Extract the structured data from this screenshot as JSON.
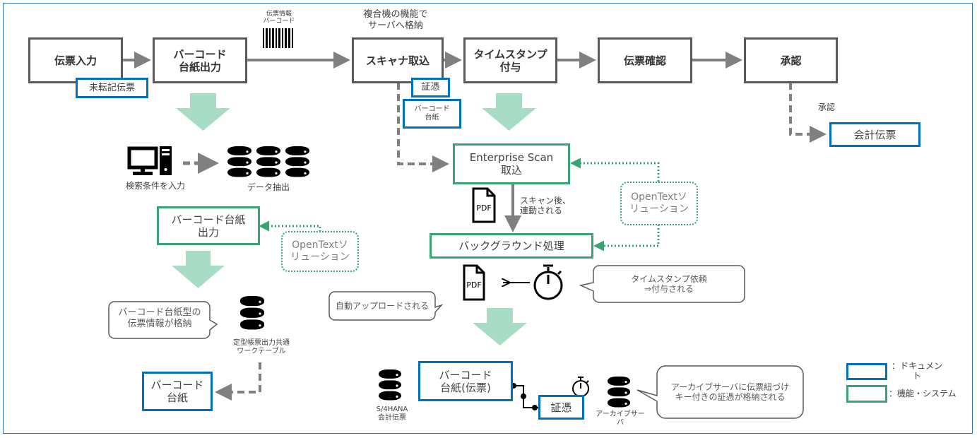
{
  "process_steps": [
    {
      "id": "slip-entry",
      "label": "伝票入力"
    },
    {
      "id": "barcode-output",
      "label": "バーコード\n台紙出力"
    },
    {
      "id": "scanner-capture",
      "label": "スキャナ取込"
    },
    {
      "id": "timestamp",
      "label": "タイムスタンプ\n付与"
    },
    {
      "id": "slip-confirm",
      "label": "伝票確認"
    },
    {
      "id": "approval",
      "label": "承認"
    }
  ],
  "annotations": {
    "barcode_caption": "伝票情報\nバーコード",
    "mfp_caption": "複合機の機能で\nサーバへ格納",
    "approval_label": "承認",
    "search_label": "検索条件を入力",
    "extract_label": "データ抽出",
    "worktable_label": "定型帳票出力共通\nワークテーブル",
    "scan_linked": "スキャン後、\n連動される",
    "pdf_label": "PDF",
    "s4hana_label": "S/4HANA\n会計伝票",
    "archive_label": "アーカイブサー\nバ"
  },
  "documents": {
    "unposted_slip": "未転記伝票",
    "evidence_top": "証憑",
    "barcode_sheet_small": "バーコード\n台紙",
    "accounting_slip": "会計伝票",
    "barcode_sheet": "バーコード\n台紙",
    "barcode_sheet_slip": "バーコード\n台紙(伝票)",
    "evidence_bottom": "証憑"
  },
  "systems": {
    "barcode_sheet_output": "バーコード台紙\n出力",
    "enterprise_scan": "Enterprise Scan\n取込",
    "background": "バックグラウンド処理",
    "opentext_left": "OpenTextソ\nリューション",
    "opentext_right": "OpenTextソ\nリューション"
  },
  "callouts": {
    "barcode_stored": "バーコード台紙型の\n伝票情報が格納",
    "auto_upload": "自動アップロードされる",
    "timestamp_request": "タイムスタンプ依頼\n⇒付与される",
    "archive_stored": "アーカイブサーバに伝票紐づけ\nキー付きの証憑が格納される"
  },
  "legend": [
    {
      "label": "：ドキュメント",
      "color": "#0070c0"
    },
    {
      "label": "：機能・システム",
      "color": "#3aa374"
    }
  ],
  "colors": {
    "process_border": "#595959",
    "document_border": "#0070c0",
    "system_border": "#3aa374",
    "flow_arrow": "#a9dcc4",
    "connector": "#808080",
    "frame": "#2e75b6"
  }
}
